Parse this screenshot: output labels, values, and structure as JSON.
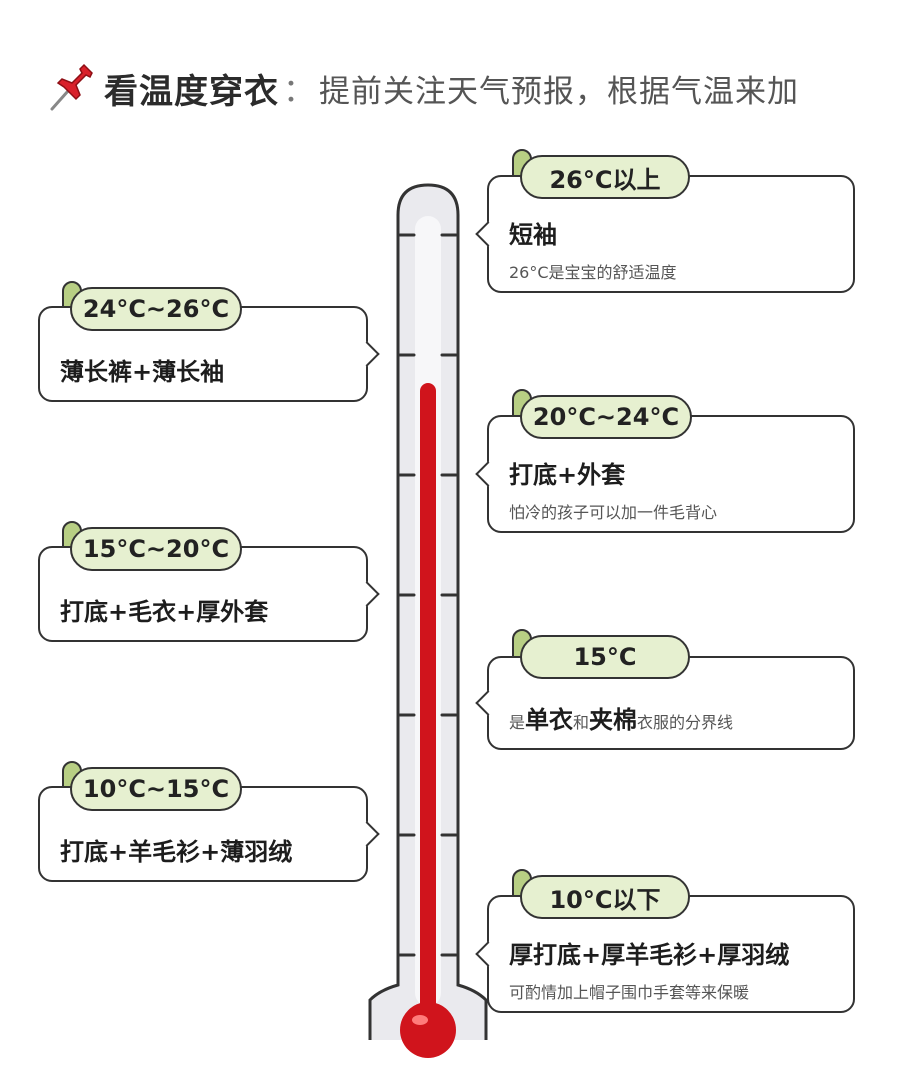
{
  "title": {
    "icon": "pushpin-icon",
    "bold": "看温度穿衣",
    "separator": "：",
    "rest": "提前关注天气预报，根据气温来加"
  },
  "colors": {
    "tag_fill": "#e6f0d0",
    "tag_curl": "#b8cf84",
    "mercury": "#d0141c",
    "outline": "#333333"
  },
  "cards": {
    "above26": {
      "tag": "26°C以上",
      "title": "短袖",
      "note": "26°C是宝宝的舒适温度"
    },
    "t24_26": {
      "tag": "24°C~26°C",
      "title": "薄长裤+薄长袖"
    },
    "t20_24": {
      "tag": "20°C~24°C",
      "title": "打底+外套",
      "note": "怕冷的孩子可以加一件毛背心"
    },
    "t15_20": {
      "tag": "15°C~20°C",
      "title": "打底+毛衣+厚外套"
    },
    "t15": {
      "tag": "15°C",
      "note_parts": [
        "是",
        "单衣",
        "和",
        "夹棉",
        "衣服的分界线"
      ]
    },
    "t10_15": {
      "tag": "10°C~15°C",
      "title": "打底+羊毛衫+薄羽绒"
    },
    "below10": {
      "tag": "10°C以下",
      "title": "厚打底+厚羊毛衫+厚羽绒",
      "note": "可酌情加上帽子围巾手套等来保暖"
    }
  }
}
